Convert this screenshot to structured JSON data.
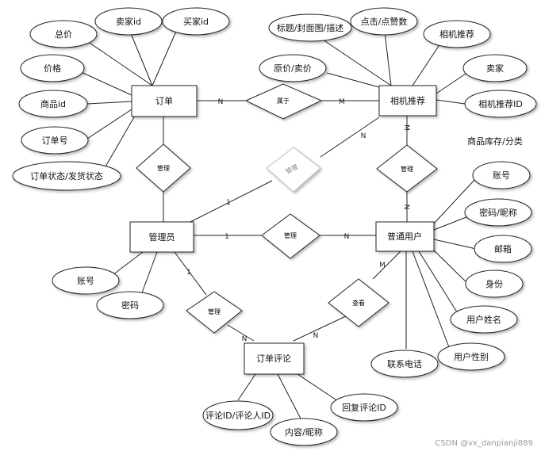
{
  "entities": {
    "order": "订单",
    "camera_rec": "相机推荐",
    "admin": "管理员",
    "user": "普通用户",
    "comment": "订单评论"
  },
  "relations": {
    "belongs": "属于",
    "manage_order": "管理",
    "manage_rec": "管理",
    "manage_user_admin": "管理",
    "manage_user_rec": "管理",
    "manage_comment": "管理",
    "view": "查看"
  },
  "attributes": {
    "order": [
      "总价",
      "卖家id",
      "买家id",
      "价格",
      "商品id",
      "订单号",
      "订单状态/发货状态"
    ],
    "camera_rec": [
      "标题/封面图/描述",
      "点击/点赞数",
      "相机推荐",
      "原价/卖价",
      "卖家",
      "相机推荐ID",
      "商品库存/分类"
    ],
    "user": [
      "账号",
      "密码/昵称",
      "邮箱",
      "身份",
      "用户姓名",
      "用户性别",
      "联系电话"
    ],
    "admin": [
      "账号",
      "密码"
    ],
    "comment": [
      "评论ID/评论人ID",
      "内容/昵称",
      "回复评论ID"
    ]
  },
  "cardinalities": {
    "order_belongs": "N",
    "belongs_rec": "M",
    "rec_admin_rec_side": "N",
    "rec_admin_admin_side": "1",
    "rec_user_rec_side": "M",
    "rec_user_user_side": "N",
    "admin_user_admin_side": "1",
    "admin_user_user_side": "N",
    "admin_comment_admin_side": "1",
    "admin_comment_comment_side": "N",
    "user_comment_user_side": "M",
    "user_comment_comment_side": "N"
  },
  "watermark": "CSDN @vx_danpianji889"
}
